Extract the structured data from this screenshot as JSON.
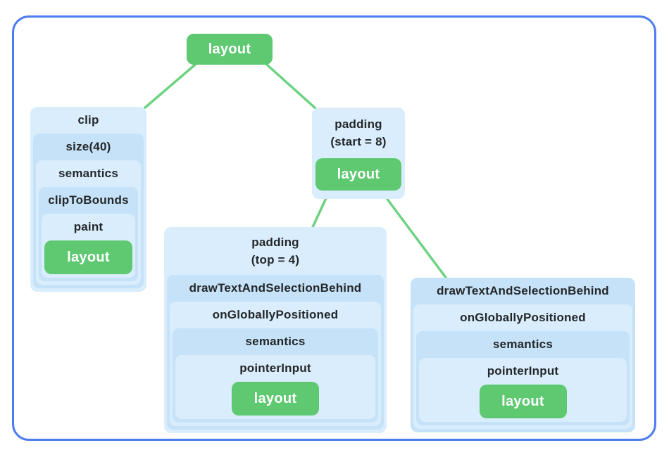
{
  "diagram": {
    "root_label": "layout",
    "clip_chain": {
      "levels": [
        {
          "label": "clip"
        },
        {
          "label": "size(40)"
        },
        {
          "label": "semantics"
        },
        {
          "label": "clipToBounds"
        },
        {
          "label": "paint"
        }
      ],
      "leaf_label": "layout"
    },
    "padding_start_box": {
      "line1": "padding",
      "line2": "(start = 8)",
      "leaf_label": "layout"
    },
    "padding_top_chain": {
      "header": {
        "line1": "padding",
        "line2": "(top = 4)"
      },
      "levels": [
        {
          "label": "drawTextAndSelectionBehind"
        },
        {
          "label": "onGloballyPositioned"
        },
        {
          "label": "semantics"
        },
        {
          "label": "pointerInput"
        }
      ],
      "leaf_label": "layout"
    },
    "draw_text_chain": {
      "levels": [
        {
          "label": "drawTextAndSelectionBehind"
        },
        {
          "label": "onGloballyPositioned"
        },
        {
          "label": "semantics"
        },
        {
          "label": "pointerInput"
        }
      ],
      "leaf_label": "layout"
    }
  },
  "colors": {
    "node_green": "#5ec971",
    "edge_green": "#6ed283",
    "box_light": "#d9edfc",
    "box_dark": "#c5e2f8",
    "border_blue": "#4d7cf0",
    "text_dark": "#242729"
  }
}
